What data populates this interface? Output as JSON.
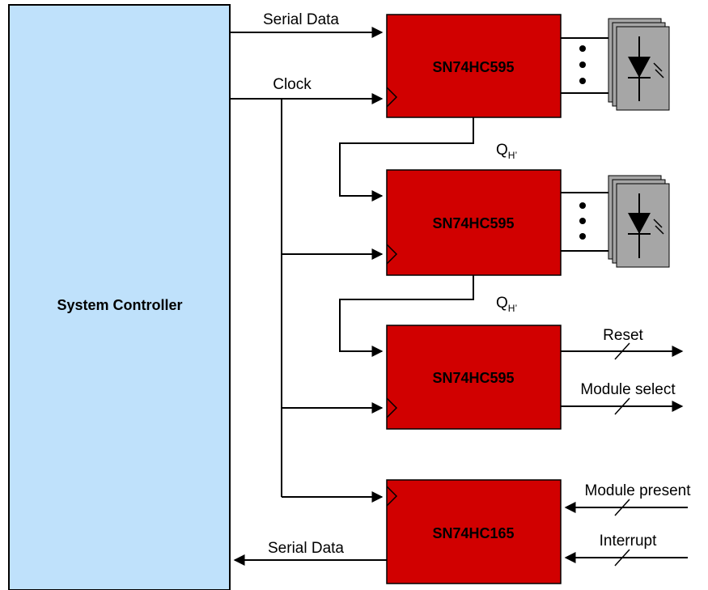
{
  "controller": {
    "label": "System Controller"
  },
  "chips": [
    {
      "id": "chip1",
      "label": "SN74HC595"
    },
    {
      "id": "chip2",
      "label": "SN74HC595"
    },
    {
      "id": "chip3",
      "label": "SN74HC595"
    },
    {
      "id": "chip4",
      "label": "SN74HC165"
    }
  ],
  "signals": {
    "serial_data_in": "Serial Data",
    "clock": "Clock",
    "qh_base": "Q",
    "qh_sub": "H’",
    "reset": "Reset",
    "module_select": "Module select",
    "module_present": "Module present",
    "interrupt": "Interrupt",
    "serial_data_out": "Serial Data"
  },
  "colors": {
    "controller_fill": "#bfe1fb",
    "chip_fill": "#d10000",
    "led_fill": "#a6a6a6"
  },
  "icons": {
    "led": "led-array-icon",
    "clock_input": "clock-triangle-icon"
  }
}
